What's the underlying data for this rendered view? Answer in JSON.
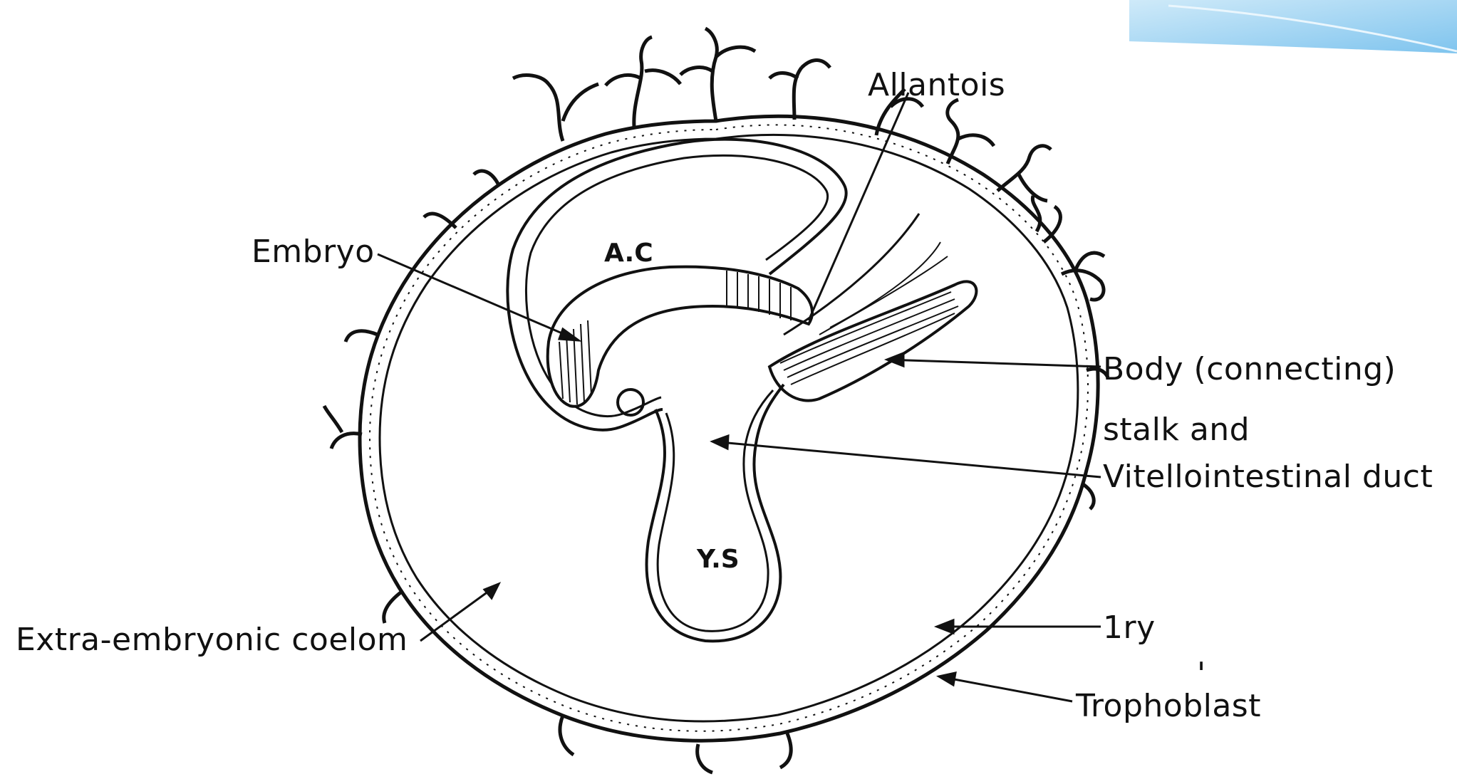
{
  "diagram": {
    "colors": {
      "ink": "#111111",
      "corner_accent_light": "#cfeaf9",
      "corner_accent_dark": "#7fc4ee"
    },
    "inner_labels": {
      "amniotic_cavity": "A.C",
      "yolk_sac": "Y.S"
    },
    "labels": {
      "allantois": "Allantois",
      "embryo": "Embryo",
      "body_stalk_line1": "Body (connecting)",
      "body_stalk_line2": "stalk and",
      "vitellointestinal_duct": "Vitellointestinal duct",
      "primary": "1ry",
      "primary_mark": "'",
      "trophoblast": "Trophoblast",
      "extra_embryonic_coelom": "Extra-embryonic coelom"
    }
  }
}
